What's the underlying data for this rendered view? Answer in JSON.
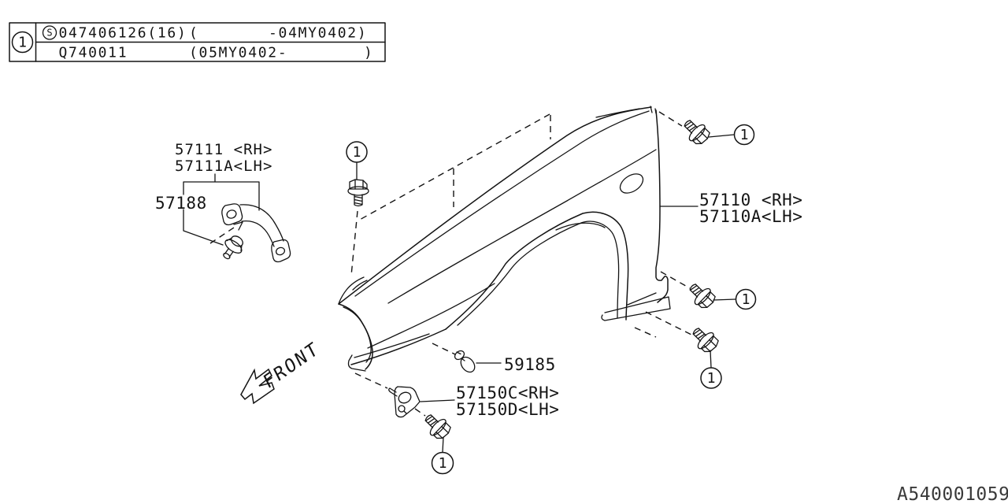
{
  "ref_table": {
    "ref_number": "1",
    "row1": {
      "mark": "S",
      "part_no": "047406126(16)",
      "open_paren": "(",
      "applicability": "-04MY0402)"
    },
    "row2": {
      "part_no": "Q740011",
      "applicability": "(05MY0402-",
      "close_paren": ")"
    }
  },
  "diagram": {
    "callout_number": "1",
    "front_label": "FRONT",
    "labels": {
      "stay_rh": "57111 <RH>",
      "stay_lh": "57111A<LH>",
      "clip_57188": "57188",
      "fender_rh": "57110 <RH>",
      "fender_lh": "57110A<LH>",
      "rivet_59185": "59185",
      "bracket_rh": "57150C<RH>",
      "bracket_lh": "57150D<LH>"
    }
  },
  "footer": {
    "drawing_code": "A540001059"
  },
  "colors": {
    "background": "#ffffff",
    "line": "#141414",
    "code_text": "#3a3a3a"
  }
}
